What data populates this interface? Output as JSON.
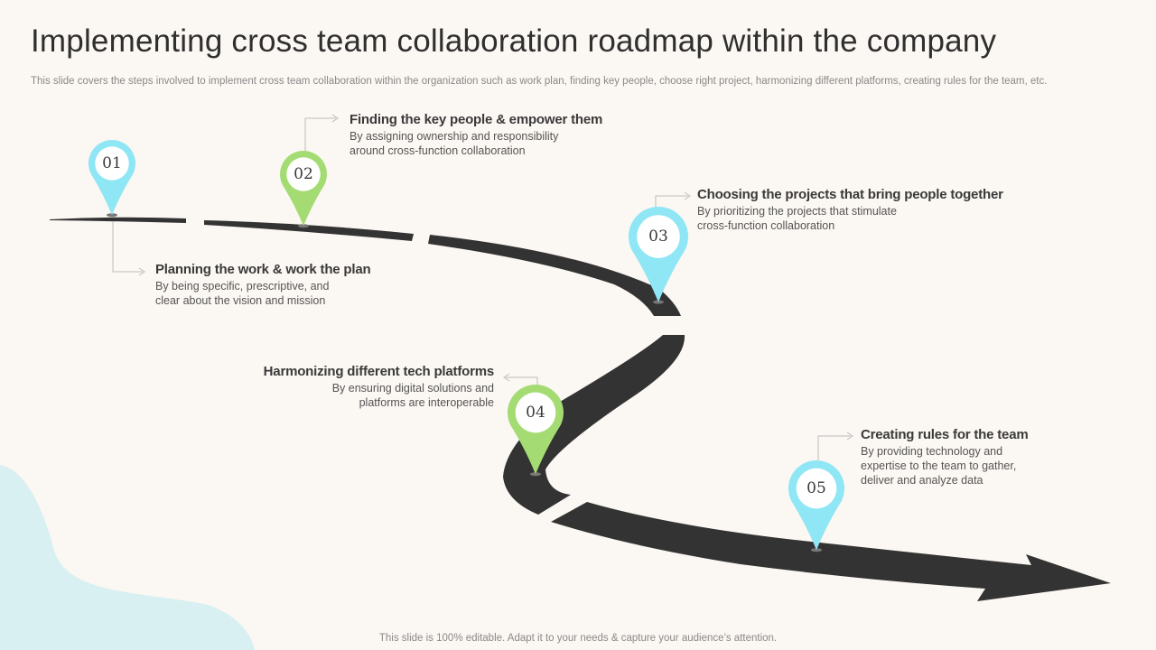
{
  "title": "Implementing cross team collaboration roadmap within the company",
  "subtitle": "This slide covers the steps involved to implement cross team collaboration within the organization such as work plan, finding key people, choose right project, harmonizing different platforms, creating rules for the team, etc.",
  "footer": "This slide is 100% editable. Adapt it to your needs & capture your audience’s attention.",
  "colors": {
    "blue": "#8fe6f5",
    "green": "#a4dc73",
    "road": "#333333",
    "bg": "#fbf7f2"
  },
  "steps": [
    {
      "num": "01",
      "color": "blue",
      "heading": "Planning the work & work the plan",
      "lines": [
        "By being specific, prescriptive, and",
        "clear about the vision and mission"
      ]
    },
    {
      "num": "02",
      "color": "green",
      "heading": "Finding the key people & empower them",
      "lines": [
        "By assigning ownership and responsibility",
        "around cross-function collaboration"
      ]
    },
    {
      "num": "03",
      "color": "blue",
      "heading": "Choosing the projects that bring people together",
      "lines": [
        "By prioritizing the projects that stimulate",
        "cross-function collaboration"
      ]
    },
    {
      "num": "04",
      "color": "green",
      "heading": "Harmonizing different tech platforms",
      "lines": [
        "By ensuring digital solutions and",
        "platforms are interoperable"
      ]
    },
    {
      "num": "05",
      "color": "blue",
      "heading": "Creating rules for the team",
      "lines": [
        "By providing technology and",
        "expertise to the team to gather,",
        "deliver and analyze data"
      ]
    }
  ]
}
